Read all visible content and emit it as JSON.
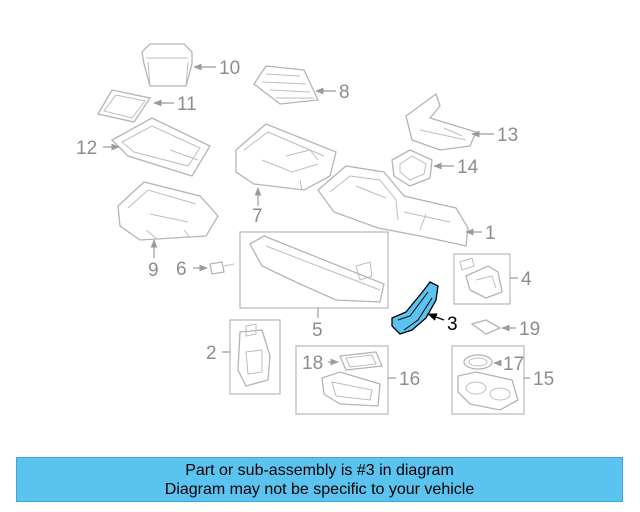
{
  "diagram": {
    "highlight_color": "#5bc3ef",
    "banner_color": "#5bc3ef",
    "callouts": {
      "c1": "1",
      "c2": "2",
      "c3": "3",
      "c4": "4",
      "c5": "5",
      "c6": "6",
      "c7": "7",
      "c8": "8",
      "c9": "9",
      "c10": "10",
      "c11": "11",
      "c12": "12",
      "c13": "13",
      "c14": "14",
      "c15": "15",
      "c16": "16",
      "c17": "17",
      "c18": "18",
      "c19": "19"
    },
    "highlighted_part": "3"
  },
  "banner": {
    "line1": "Part or sub-assembly is #3 in diagram",
    "line2": "Diagram may not be specific to your vehicle"
  }
}
